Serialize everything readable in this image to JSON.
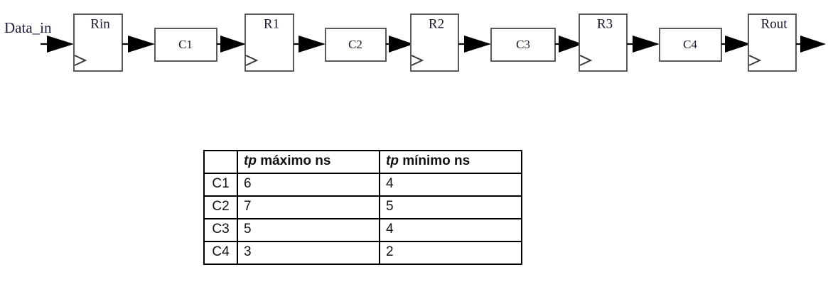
{
  "diagram": {
    "name": "pipelined-datapath",
    "input_signal": "Data_in",
    "registers": [
      {
        "id": "rin",
        "label": "Rin"
      },
      {
        "id": "r1",
        "label": "R1"
      },
      {
        "id": "r2",
        "label": "R2"
      },
      {
        "id": "r3",
        "label": "R3"
      },
      {
        "id": "rout",
        "label": "Rout"
      }
    ],
    "combinational_blocks": [
      {
        "id": "c1",
        "label": "C1"
      },
      {
        "id": "c2",
        "label": "C2"
      },
      {
        "id": "c3",
        "label": "C3"
      },
      {
        "id": "c4",
        "label": "C4"
      }
    ],
    "colors": {
      "box_stroke": "#5a5a5a",
      "wire": "#000000",
      "label_text": "#1a1a2e",
      "background": "#ffffff"
    }
  },
  "table": {
    "name": "propagation-delay-table",
    "corner_header": "",
    "headers": [
      {
        "symbol": "tp",
        "text": " máximo ns"
      },
      {
        "symbol": "tp",
        "text": " mínimo ns"
      }
    ],
    "rows": [
      {
        "label": "C1",
        "max": "6",
        "min": "4"
      },
      {
        "label": "C2",
        "max": "7",
        "min": "5"
      },
      {
        "label": "C3",
        "max": "5",
        "min": "4"
      },
      {
        "label": "C4",
        "max": "3",
        "min": "2"
      }
    ]
  },
  "chart_data": {
    "type": "table",
    "title": "",
    "categories": [
      "C1",
      "C2",
      "C3",
      "C4"
    ],
    "series": [
      {
        "name": "tp máximo ns",
        "values": [
          6,
          7,
          5,
          3
        ]
      },
      {
        "name": "tp mínimo ns",
        "values": [
          4,
          5,
          4,
          2
        ]
      }
    ],
    "xlabel": "",
    "ylabel": "ns"
  }
}
